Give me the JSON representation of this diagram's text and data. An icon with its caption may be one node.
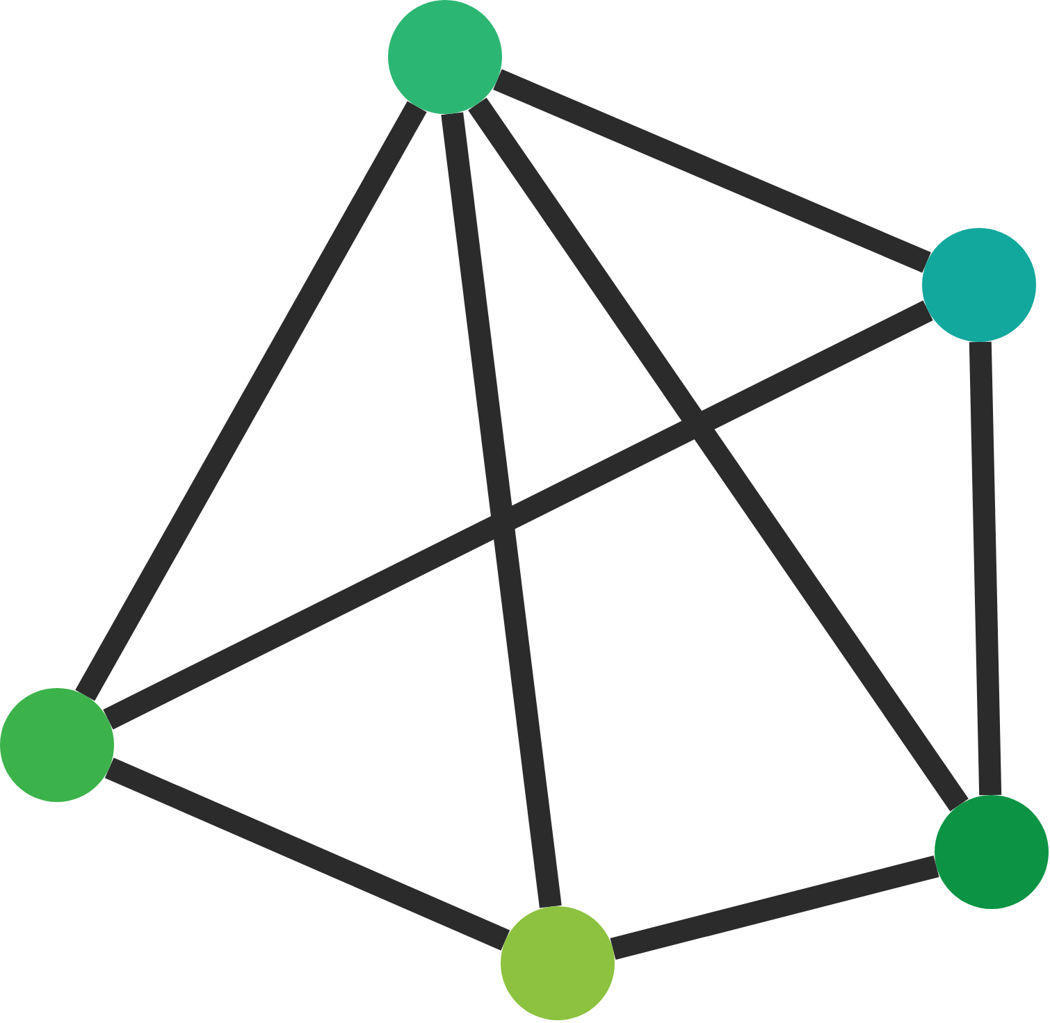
{
  "diagram": {
    "nodes": [
      {
        "text": [],
        "shape": "circle"
      },
      {
        "text": [],
        "shape": "circle"
      },
      {
        "text": [],
        "shape": "circle"
      },
      {
        "text": [],
        "shape": "circle"
      },
      {
        "text": [],
        "shape": "circle"
      }
    ],
    "edges": [
      {
        "from": 0,
        "to": 1,
        "arrow": "none"
      },
      {
        "from": 0,
        "to": 2,
        "arrow": "none"
      },
      {
        "from": 0,
        "to": 3,
        "arrow": "none"
      },
      {
        "from": 0,
        "to": 4,
        "arrow": "none"
      },
      {
        "from": 1,
        "to": 2,
        "arrow": "none"
      },
      {
        "from": 1,
        "to": 4,
        "arrow": "none"
      },
      {
        "from": 2,
        "to": 3,
        "arrow": "none"
      },
      {
        "from": 3,
        "to": 4,
        "arrow": "none"
      }
    ]
  }
}
